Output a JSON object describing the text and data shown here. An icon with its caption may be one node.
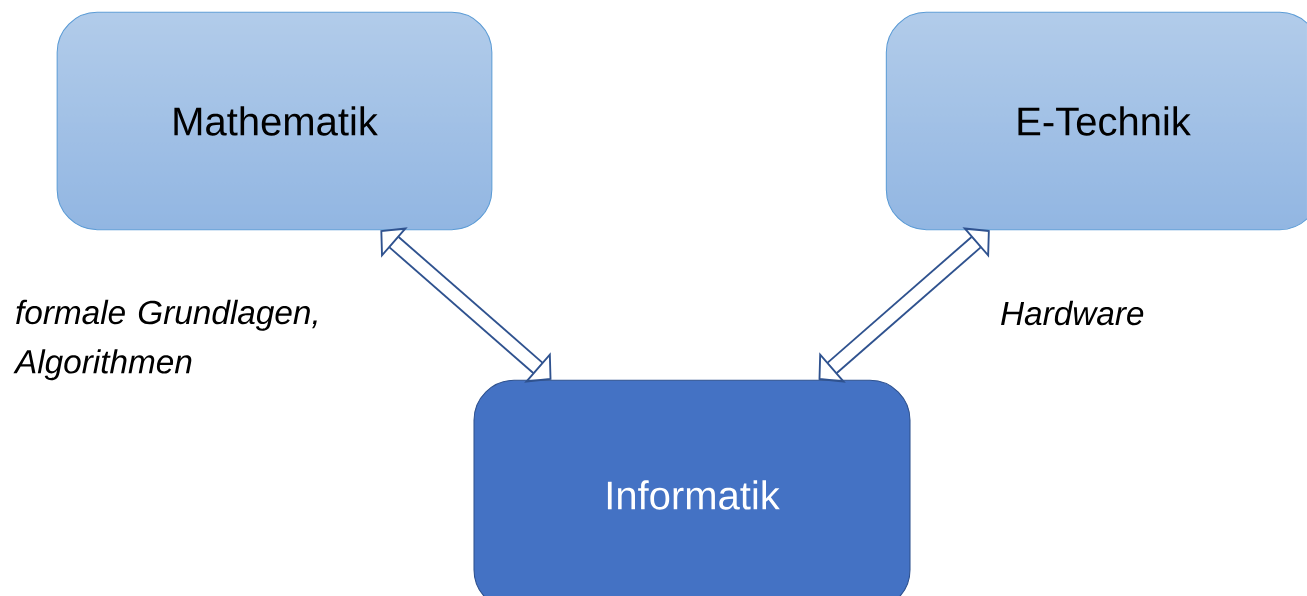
{
  "diagram": {
    "nodes": [
      {
        "text": [
          "Mathematik"
        ]
      },
      {
        "text": [
          "E-Technik"
        ]
      },
      {
        "text": [
          "Informatik"
        ]
      }
    ],
    "edges": [
      {
        "from": 0,
        "to": 2,
        "arrow": "both",
        "label": "formale Grundlagen, Algorithmen"
      },
      {
        "from": 1,
        "to": 2,
        "arrow": "both",
        "label": "Hardware"
      }
    ]
  }
}
